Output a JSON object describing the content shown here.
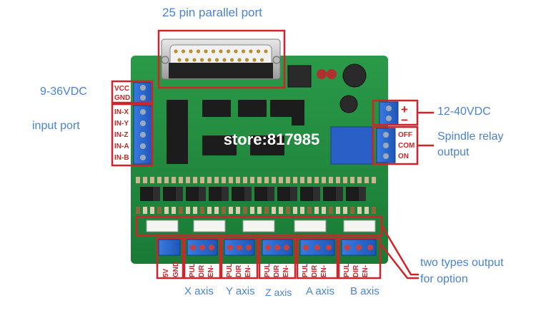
{
  "annotations": {
    "parallel_port": "25 pin parallel port",
    "vcc_range": "9-36VDC",
    "input_port": "input port",
    "power_range": "12-40VDC",
    "spindle_line1": "Spindle relay",
    "spindle_line2": "output",
    "output_line1": "two types output",
    "output_line2": "for option",
    "x_axis": "X axis",
    "y_axis": "Y axis",
    "z_axis": "Z axis",
    "a_axis": "A axis",
    "b_axis": "B axis"
  },
  "board": {
    "watermark": "store:817985",
    "vcc": "VCC",
    "gnd": "GND",
    "inputs": [
      "IN-X",
      "IN-Y",
      "IN-Z",
      "IN-A",
      "IN-B"
    ],
    "plus": "+",
    "minus": "−",
    "relay": [
      "OFF",
      "COM",
      "ON"
    ],
    "power_5v": "5V",
    "power_gnd": "GND",
    "axis_pins": [
      "PUL",
      "DIR",
      "EN-"
    ]
  },
  "colors": {
    "annotation_text": "#4a82d4",
    "highlight_box": "#d0242a",
    "pcb": "#1f8a3e",
    "terminal": "#2864c8"
  }
}
